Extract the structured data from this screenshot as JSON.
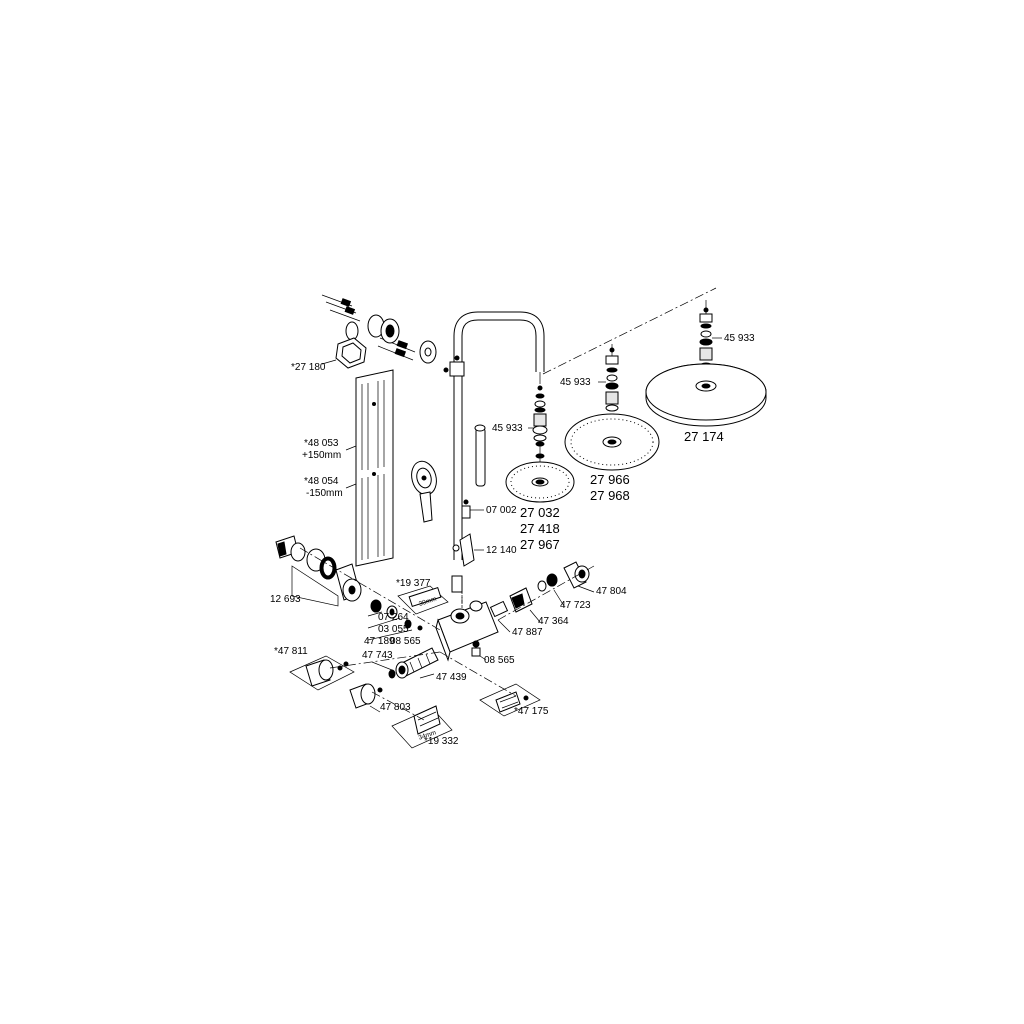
{
  "labels": {
    "l27180": "*27 180",
    "l48053": "*48 053",
    "l48053b": "+150mm",
    "l48054": "*48 054",
    "l48054b": "-150mm",
    "l45933a": "45 933",
    "l45933b": "45 933",
    "l45933c": "45 933",
    "l27174": "27 174",
    "l27966": "27 966",
    "l27968": "27 968",
    "l27032": "27 032",
    "l27418": "27 418",
    "l27967": "27 967",
    "l07002": "07 002",
    "l12140": "12 140",
    "l19377": "*19 377",
    "l30mm": "30mm",
    "l12693": "12 693",
    "l07264": "07 264",
    "l03055": "03 055",
    "l08565a": "08 565",
    "l47189": "47 189",
    "l47804": "47 804",
    "l47723": "47 723",
    "l47364": "47 364",
    "l47887": "47 887",
    "l08565b": "08 565",
    "l47811": "*47 811",
    "l47743": "47 743",
    "l47439": "47 439",
    "l47803": "47 803",
    "l47175": "*47 175",
    "l19332": "*19 332",
    "l34mm": "34mm"
  },
  "colors": {
    "line": "#000000",
    "background": "#ffffff"
  }
}
